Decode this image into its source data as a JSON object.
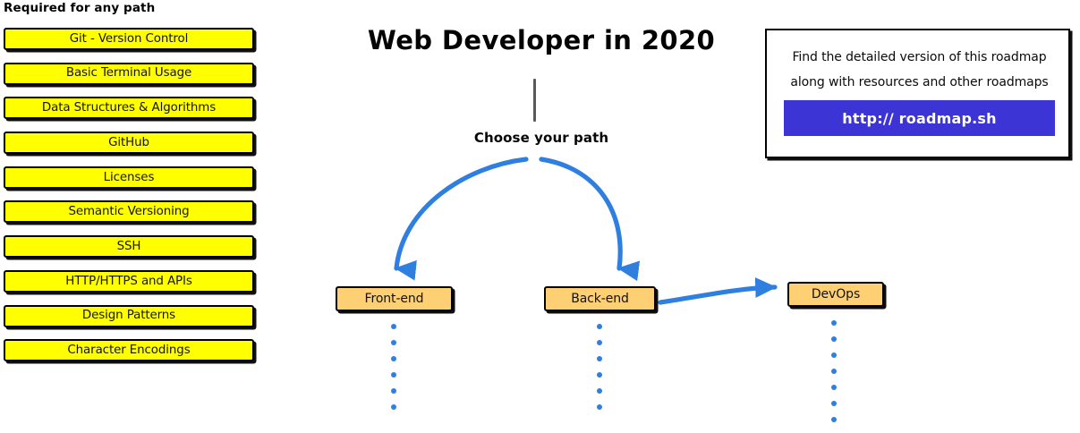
{
  "required_section": {
    "heading": "Required for any path",
    "items": [
      {
        "label": "Git - Version Control"
      },
      {
        "label": "Basic Terminal Usage"
      },
      {
        "label": "Data Structures & Algorithms"
      },
      {
        "label": "GitHub"
      },
      {
        "label": "Licenses"
      },
      {
        "label": "Semantic Versioning"
      },
      {
        "label": "SSH"
      },
      {
        "label": "HTTP/HTTPS and APIs"
      },
      {
        "label": "Design Patterns"
      },
      {
        "label": "Character Encodings"
      }
    ],
    "box_fill": "#ffff00",
    "box_border": "#000000"
  },
  "diagram": {
    "title": "Web Developer in 2020",
    "choose_path_label": "Choose your path",
    "stem_color": "#595959",
    "arrow_color": "#2f7fe0",
    "nodes": [
      {
        "id": "front-end",
        "label": "Front-end"
      },
      {
        "id": "back-end",
        "label": "Back-end"
      },
      {
        "id": "devops",
        "label": "DevOps"
      }
    ],
    "node_fill": "#ffd073",
    "node_border": "#000000",
    "dotted_trail_color": "#2f7fe0",
    "dot_counts": {
      "front_end": 6,
      "back_end": 6,
      "devops": 7
    }
  },
  "info_card": {
    "line_1": "Find the detailed version of this roadmap",
    "line_2": "along with resources and other roadmaps",
    "button_label": "http:// roadmap.sh",
    "button_color": "#3c34d4",
    "button_text_color": "#ffffff",
    "border_color": "#000000"
  }
}
